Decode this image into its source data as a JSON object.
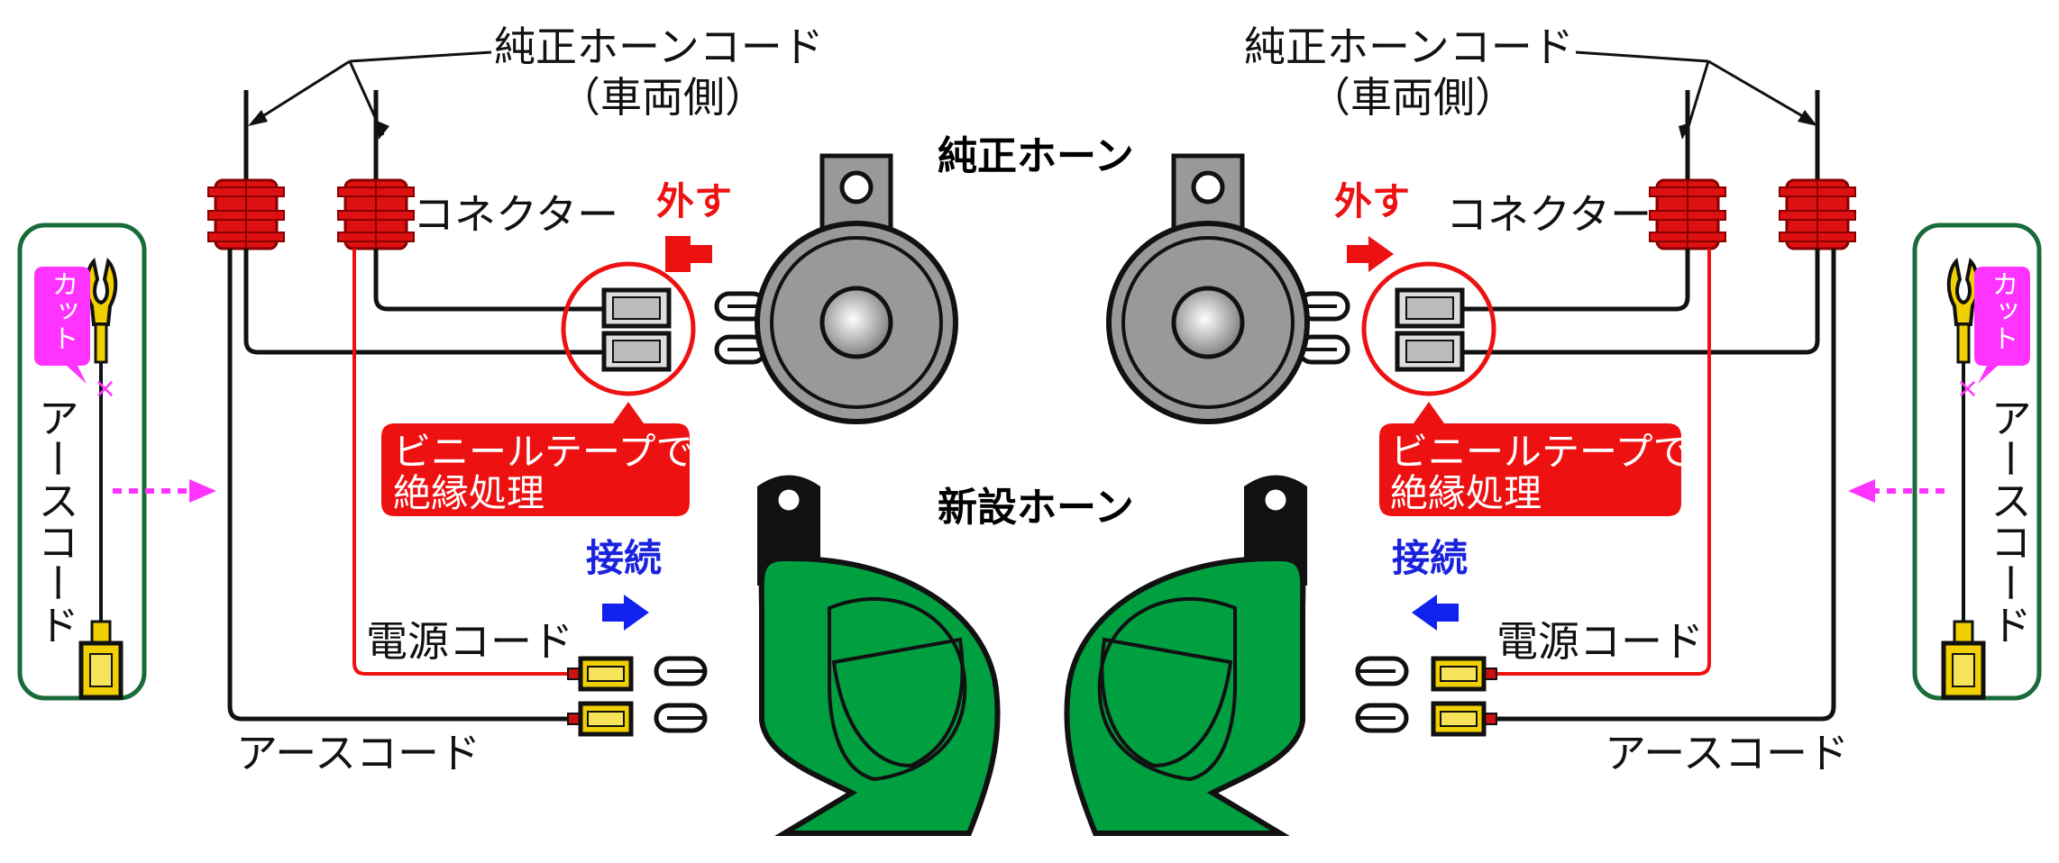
{
  "labels": {
    "oem_cord": "純正ホーンコード",
    "vehicle_side": "（車両側）",
    "connector": "コネクター",
    "oem_horn": "純正ホーン",
    "remove": "外す",
    "tape_line1": "ビニールテープで",
    "tape_line2": "絶縁処理",
    "new_horn": "新設ホーン",
    "connect": "接続",
    "power_cord": "電源コード",
    "ground_cord": "アースコード",
    "cut": "カット",
    "side_ground_cord": "アースコード"
  },
  "colors": {
    "connector_red": "#dd1111",
    "wire_red": "#ee1111",
    "horn_grey": "#999999",
    "horn_green": "#00a040",
    "terminal_yellow": "#f0d000",
    "box_green": "#1a6b3a",
    "magenta": "#ff33ff",
    "arrow_blue": "#1122ee"
  }
}
